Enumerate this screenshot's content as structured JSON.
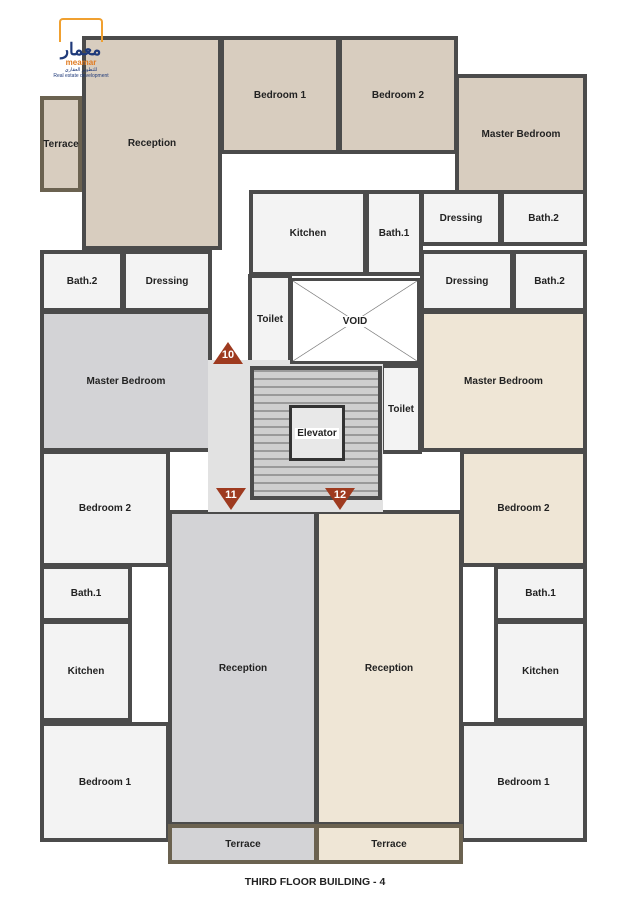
{
  "logo": {
    "arabic": "معمار",
    "english": "meamar",
    "tagline": "للتطوير العقاري",
    "subtitle": "Real estate development"
  },
  "title": "THIRD FLOOR BUILDING - 4",
  "colors": {
    "upper_unit": "#d8cdbf",
    "left_unit": "#d3d3d6",
    "right_unit": "#efe6d6",
    "walls": "#4b4b4b",
    "unit_marker": "#9e3a1f"
  },
  "rooms": [
    {
      "id": "top-reception",
      "label": "Reception"
    },
    {
      "id": "top-terrace",
      "label": "Terrace"
    },
    {
      "id": "top-bedroom-1",
      "label": "Bedroom 1"
    },
    {
      "id": "top-bedroom-2",
      "label": "Bedroom 2"
    },
    {
      "id": "top-master-bedroom",
      "label": "Master Bedroom"
    },
    {
      "id": "top-kitchen",
      "label": "Kitchen"
    },
    {
      "id": "top-bath-1",
      "label": "Bath.1"
    },
    {
      "id": "top-dressing",
      "label": "Dressing"
    },
    {
      "id": "top-bath-2",
      "label": "Bath.2"
    },
    {
      "id": "top-toilet",
      "label": "Toilet"
    },
    {
      "id": "left-bath-2",
      "label": "Bath.2"
    },
    {
      "id": "left-dressing",
      "label": "Dressing"
    },
    {
      "id": "left-master-bedroom",
      "label": "Master Bedroom"
    },
    {
      "id": "left-bedroom-2",
      "label": "Bedroom 2"
    },
    {
      "id": "left-bath-1",
      "label": "Bath.1"
    },
    {
      "id": "left-kitchen",
      "label": "Kitchen"
    },
    {
      "id": "left-bedroom-1",
      "label": "Bedroom 1"
    },
    {
      "id": "left-reception",
      "label": "Reception"
    },
    {
      "id": "left-terrace",
      "label": "Terrace"
    },
    {
      "id": "right-dressing",
      "label": "Dressing"
    },
    {
      "id": "right-bath-2",
      "label": "Bath.2"
    },
    {
      "id": "right-master-bedroom",
      "label": "Master Bedroom"
    },
    {
      "id": "right-toilet",
      "label": "Toilet"
    },
    {
      "id": "right-bedroom-2",
      "label": "Bedroom 2"
    },
    {
      "id": "right-bath-1",
      "label": "Bath.1"
    },
    {
      "id": "right-kitchen",
      "label": "Kitchen"
    },
    {
      "id": "right-bedroom-1",
      "label": "Bedroom 1"
    },
    {
      "id": "right-reception",
      "label": "Reception"
    },
    {
      "id": "right-terrace",
      "label": "Terrace"
    }
  ],
  "core": {
    "void": "VOID",
    "elevator": "Elevator"
  },
  "unit_markers": [
    {
      "id": "unit-10",
      "number": "10",
      "direction": "up"
    },
    {
      "id": "unit-11",
      "number": "11",
      "direction": "down"
    },
    {
      "id": "unit-12",
      "number": "12",
      "direction": "down"
    }
  ]
}
